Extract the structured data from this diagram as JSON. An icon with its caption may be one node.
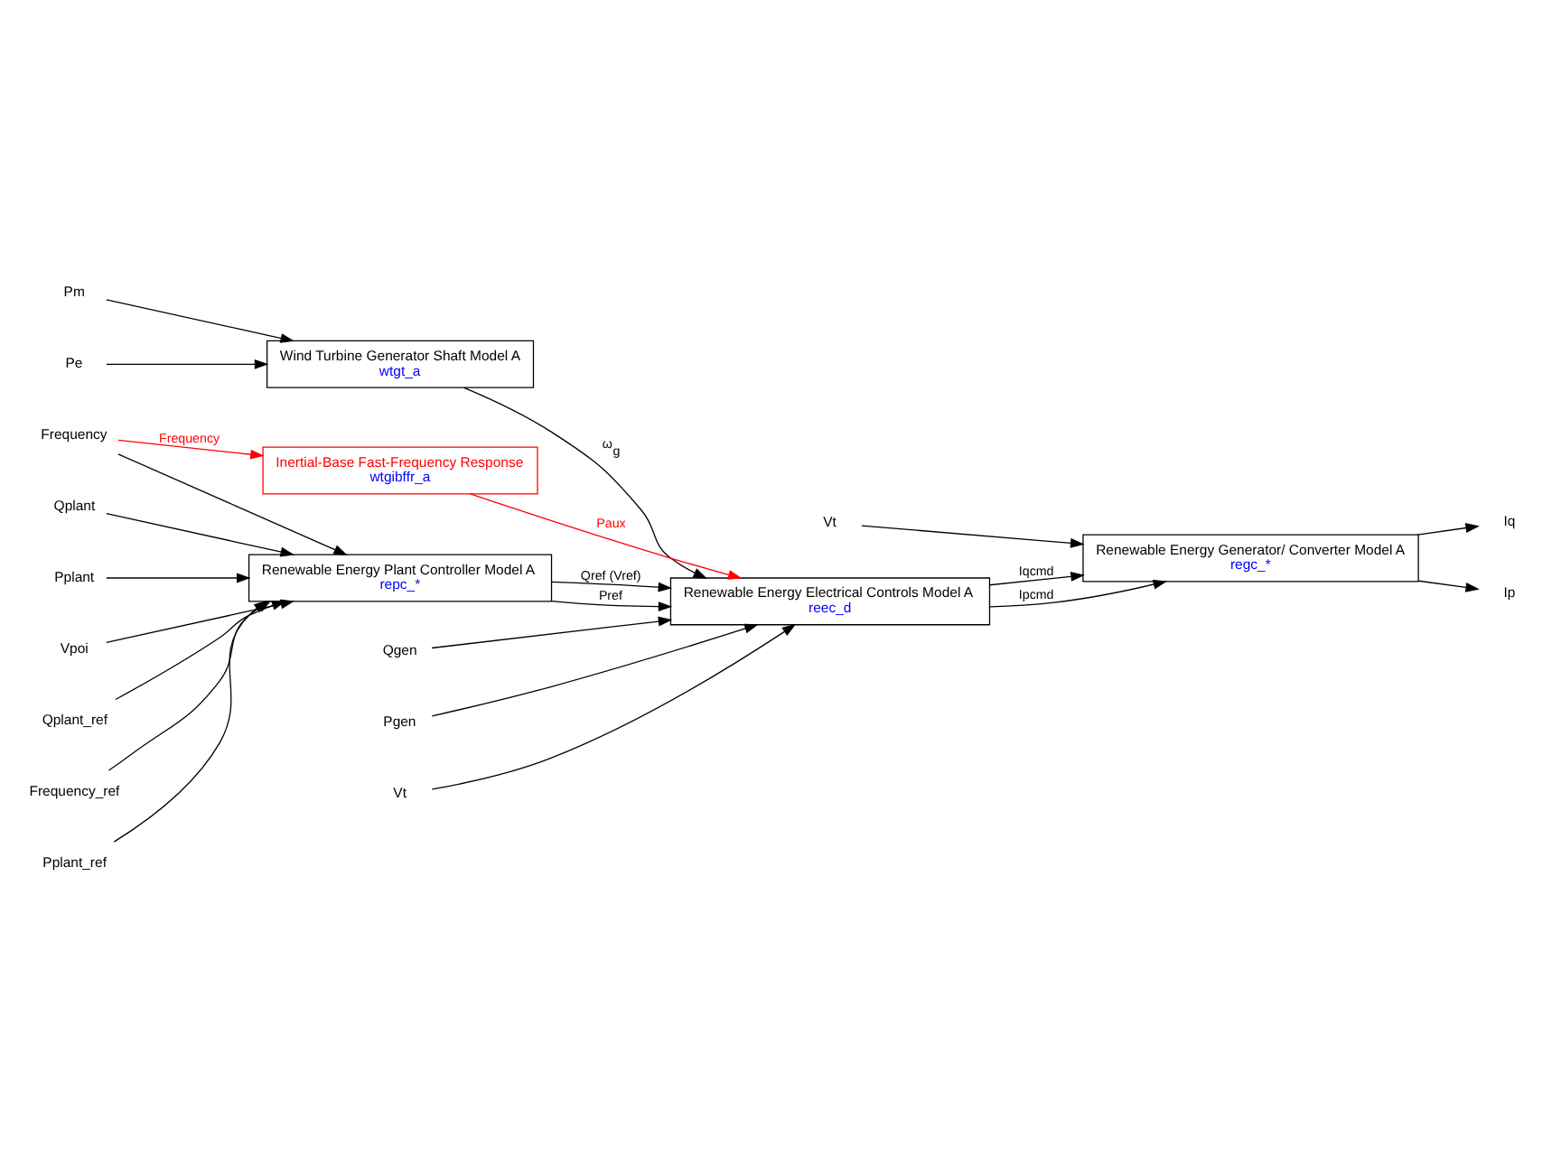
{
  "diagram": {
    "nodes": [
      {
        "text": [
          "Renewable Energy Plant Controller Model A",
          "repc_*"
        ]
      },
      {
        "text": [
          "Renewable Energy Electrical Controls Model A",
          "reec_d"
        ]
      },
      {
        "text": [
          "Renewable Energy Generator/ Converter Model A",
          "regc_*"
        ]
      },
      {
        "text": [
          "Wind Turbine Generator Shaft Model A",
          "wtgt_a"
        ]
      },
      {
        "text": [
          "Inertial-Base Fast-Frequency Response",
          "wtgibffr_a"
        ]
      },
      {
        "text": [
          "Qplant"
        ]
      },
      {
        "text": [
          "Pplant"
        ]
      },
      {
        "text": [
          "Vpoi"
        ]
      },
      {
        "text": [
          "Qplant_ref"
        ]
      },
      {
        "text": [
          "Frequency_ref"
        ]
      },
      {
        "text": [
          "Pplant_ref"
        ]
      },
      {
        "text": [
          "Frequency"
        ]
      },
      {
        "text": [
          "Qgen"
        ]
      },
      {
        "text": [
          "Pgen"
        ]
      },
      {
        "text": [
          "Vt"
        ]
      },
      {
        "text": [
          "Vt"
        ]
      },
      {
        "text": [
          "Iq"
        ]
      },
      {
        "text": [
          "Ip"
        ]
      },
      {
        "text": [
          "Pm"
        ]
      },
      {
        "text": [
          "Pe"
        ]
      }
    ],
    "edges": [
      {
        "from": 5,
        "to": 0,
        "arrow": "to"
      },
      {
        "from": 6,
        "to": 0,
        "arrow": "to"
      },
      {
        "from": 7,
        "to": 0,
        "arrow": "to"
      },
      {
        "from": 8,
        "to": 0,
        "arrow": "to"
      },
      {
        "from": 9,
        "to": 0,
        "arrow": "to"
      },
      {
        "from": 10,
        "to": 0,
        "arrow": "to"
      },
      {
        "from": 11,
        "to": 0,
        "arrow": "to"
      },
      {
        "from": 0,
        "to": 1,
        "arrow": "to",
        "label": "Qref (Vref)"
      },
      {
        "from": 0,
        "to": 1,
        "arrow": "to",
        "label": "Pref"
      },
      {
        "from": 12,
        "to": 1,
        "arrow": "to"
      },
      {
        "from": 13,
        "to": 1,
        "arrow": "to"
      },
      {
        "from": 14,
        "to": 1,
        "arrow": "to"
      },
      {
        "from": 15,
        "to": 2,
        "arrow": "to"
      },
      {
        "from": 1,
        "to": 2,
        "arrow": "to",
        "label": "Iqcmd"
      },
      {
        "from": 1,
        "to": 2,
        "arrow": "to",
        "label": "Ipcmd"
      },
      {
        "from": 2,
        "to": 16,
        "arrow": "to"
      },
      {
        "from": 2,
        "to": 17,
        "arrow": "to"
      },
      {
        "from": 18,
        "to": 3,
        "arrow": "to"
      },
      {
        "from": 19,
        "to": 3,
        "arrow": "to"
      },
      {
        "from": 3,
        "to": 1,
        "arrow": "to",
        "label": "ω$_{g}$"
      },
      {
        "from": 11,
        "to": 4,
        "arrow": "to",
        "label": "Frequency",
        "color": "#ff0000"
      },
      {
        "from": 4,
        "to": 1,
        "arrow": "to",
        "label": "Paux",
        "color": "#ff0000"
      }
    ]
  }
}
